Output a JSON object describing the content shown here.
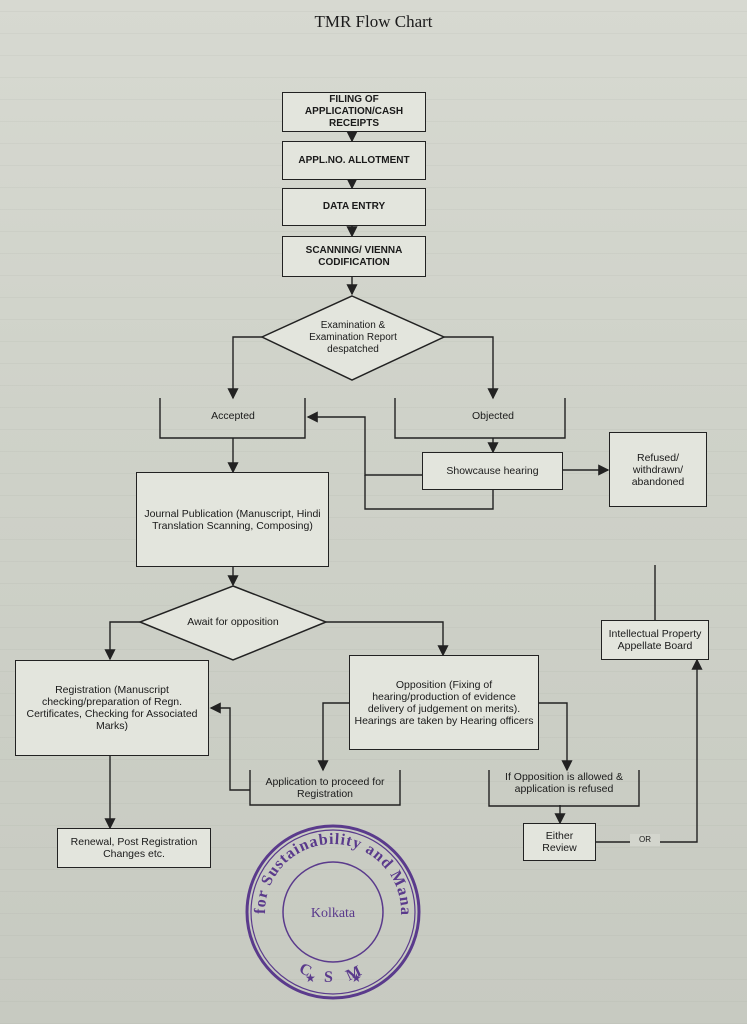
{
  "title": "TMR Flow Chart",
  "nodes": {
    "filing": "FILING OF APPLICATION/CASH RECEIPTS",
    "appl_no": "APPL.NO. ALLOTMENT",
    "data_entry": "DATA ENTRY",
    "scanning": "SCANNING/ VIENNA CODIFICATION",
    "examination": "Examination & Examination Report despatched",
    "accepted": "Accepted",
    "objected": "Objected",
    "showcause": "Showcause hearing",
    "refused": "Refused/ withdrawn/ abandoned",
    "journal": "Journal Publication (Manuscript, Hindi Translation Scanning, Composing)",
    "await": "Await for opposition",
    "ipab": "Intellectual Property Appellate Board",
    "registration": "Registration (Manuscript checking/preparation of Regn. Certificates, Checking for Associated Marks)",
    "opposition": "Opposition (Fixing of hearing/production of evidence delivery of judgement on merits). Hearings are taken by Hearing officers",
    "app_proceed": "Application to proceed for Registration",
    "opp_allowed": "If Opposition is allowed & application is refused",
    "renewal": "Renewal, Post Registration Changes etc.",
    "review": "Either Review",
    "or_label": "OR"
  },
  "seal": {
    "top_text": "Centre for Sustainability and Management",
    "bottom_text": "C S M",
    "center_text": "Kolkata",
    "color": "#5a3a8c"
  }
}
